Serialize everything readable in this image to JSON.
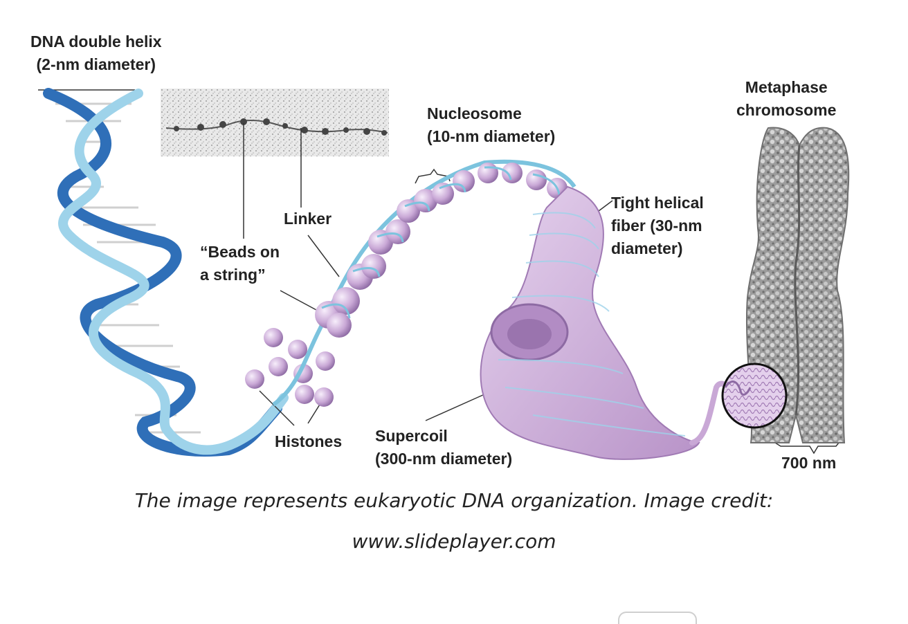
{
  "labels": {
    "dna_helix": [
      "DNA double helix",
      "(2-nm diameter)"
    ],
    "nucleosome": [
      "Nucleosome",
      "(10-nm diameter)"
    ],
    "linker": "Linker",
    "beads": [
      "“Beads on",
      "a string”"
    ],
    "histones": "Histones",
    "tight_fiber": [
      "Tight helical",
      "fiber (30-nm",
      "diameter)"
    ],
    "supercoil": [
      "Supercoil",
      "(300-nm diameter)"
    ],
    "metaphase": [
      "Metaphase",
      "chromosome"
    ],
    "scale": "700 nm"
  },
  "caption": {
    "line1": "The image represents eukaryotic DNA organization. Image credit:",
    "line2": "www.slideplayer.com"
  },
  "colors": {
    "helix_dark": "#2f6fb8",
    "helix_light": "#9ed3ea",
    "histone": "#c9a8d6",
    "chromosome": "#8c8c8c"
  }
}
